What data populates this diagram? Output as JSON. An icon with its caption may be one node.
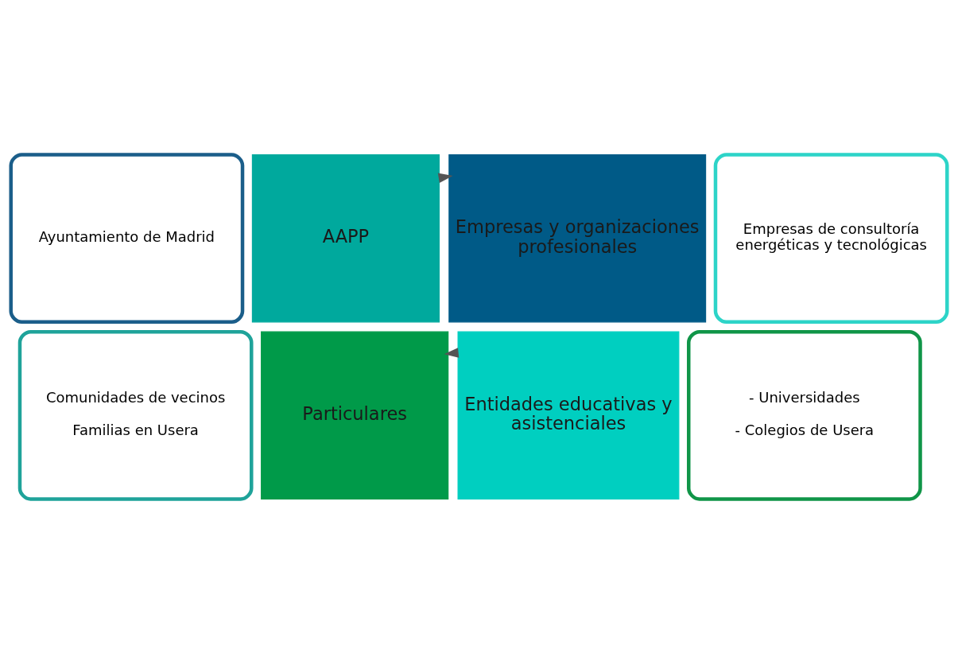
{
  "diagram": {
    "nodes": [
      {
        "text": [
          "Ayuntamiento de Madrid"
        ]
      },
      {
        "text": [
          "Empresas de consultoría energéticas y tecnológicas"
        ]
      },
      {
        "text": [
          "Comunidades de vecinos",
          "Familias en Usera"
        ]
      },
      {
        "text": [
          "- Universidades",
          "- Colegios de Usera"
        ]
      },
      {
        "text": [
          "AAPP"
        ]
      },
      {
        "text": [
          "Empresas y organizaciones profesionales"
        ]
      },
      {
        "text": [
          "Particulares"
        ]
      },
      {
        "text": [
          "Entidades educativas y asistenciales"
        ]
      }
    ],
    "edges": [
      {
        "from": 4,
        "to": 5,
        "arrow": "to"
      },
      {
        "from": 7,
        "to": 6,
        "arrow": "to"
      }
    ]
  }
}
